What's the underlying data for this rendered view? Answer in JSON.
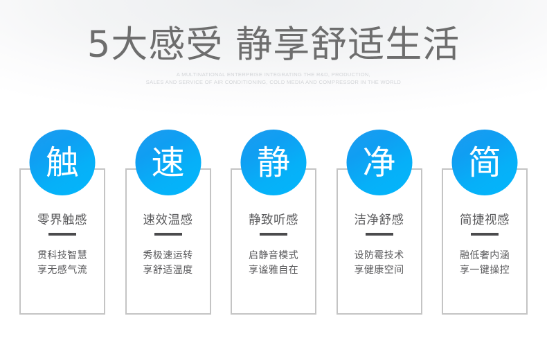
{
  "header": {
    "title": "5大感受  静享舒适生活",
    "subtitle_lines": [
      "A MULTINATIONAL ENTERPRISE INTEGRATING THE R&D, PRODUCTION,",
      "SALES AND SERVICE OF AIR CONDITIONING, COLD MEDIA AND COMPRESSOR IN THE WORLD"
    ]
  },
  "colors": {
    "badge_blue_start": "#1d9cf0",
    "badge_blue_end": "#03b6fb",
    "card_border": "#c4c4c4",
    "title_gray": "#6d6d6d",
    "text_gray": "#59595b",
    "divider_dark": "#4b4b4d",
    "subtitle_gray": "#d2d4d7",
    "background": "#f3f4f5"
  },
  "cards": [
    {
      "badge_char": "触",
      "title": "零界触感",
      "body_lines": [
        "贯科技智慧",
        "享无感气流"
      ]
    },
    {
      "badge_char": "速",
      "title": "速效温感",
      "body_lines": [
        "秀极速运转",
        "享舒适温度"
      ]
    },
    {
      "badge_char": "静",
      "title": "静致听感",
      "body_lines": [
        "启静音模式",
        "享谧雅自在"
      ]
    },
    {
      "badge_char": "净",
      "title": "洁净舒感",
      "body_lines": [
        "设防霉技术",
        "享健康空间"
      ]
    },
    {
      "badge_char": "简",
      "title": "简捷视感",
      "body_lines": [
        "融低奢内涵",
        "享一键操控"
      ]
    }
  ]
}
